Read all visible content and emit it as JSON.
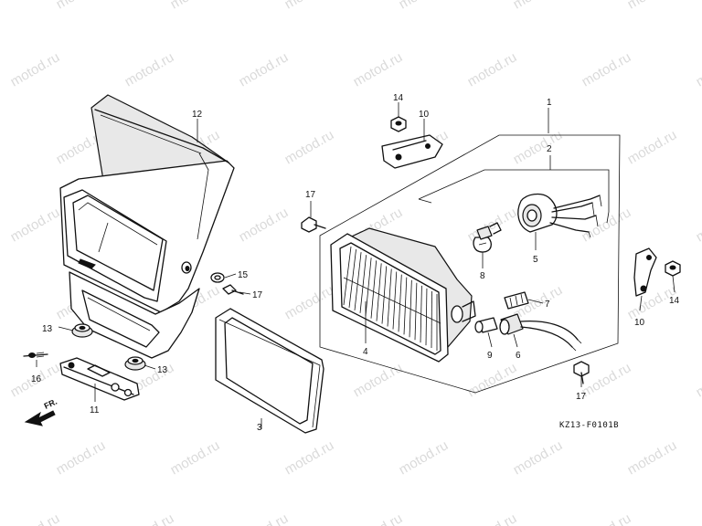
{
  "watermark": "motod.ru",
  "diagram_code": "KZ13-F0101B",
  "front_marker": "FR.",
  "parts": [
    {
      "id": "p1",
      "number": "1"
    },
    {
      "id": "p2",
      "number": "2"
    },
    {
      "id": "p3",
      "number": "3"
    },
    {
      "id": "p4",
      "number": "4"
    },
    {
      "id": "p5",
      "number": "5"
    },
    {
      "id": "p6",
      "number": "6"
    },
    {
      "id": "p7",
      "number": "7"
    },
    {
      "id": "p8",
      "number": "8"
    },
    {
      "id": "p9",
      "number": "9"
    },
    {
      "id": "p10",
      "number": "10"
    },
    {
      "id": "p11",
      "number": "11"
    },
    {
      "id": "p12",
      "number": "12"
    },
    {
      "id": "p13",
      "number": "13"
    },
    {
      "id": "p14",
      "number": "14"
    },
    {
      "id": "p15",
      "number": "15"
    },
    {
      "id": "p16",
      "number": "16"
    },
    {
      "id": "p17",
      "number": "17"
    }
  ]
}
